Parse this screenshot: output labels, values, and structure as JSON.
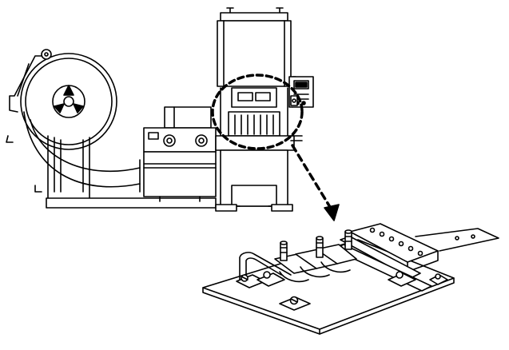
{
  "figure": {
    "stroke": "#000000",
    "fill": "#ffffff",
    "parts": [
      {
        "name": "coil-uncoiler",
        "icon": "coil-reel-icon"
      },
      {
        "name": "straightener-feeder",
        "icon": "feeder-icon"
      },
      {
        "name": "press",
        "icon": "press-icon"
      },
      {
        "name": "control-panel",
        "icon": "control-panel-icon"
      },
      {
        "name": "die-area-highlight",
        "style": "dashed-ellipse"
      },
      {
        "name": "detail-arrow",
        "style": "dashed-arrow"
      },
      {
        "name": "die-set-detail",
        "icon": "die-set-icon"
      }
    ]
  }
}
